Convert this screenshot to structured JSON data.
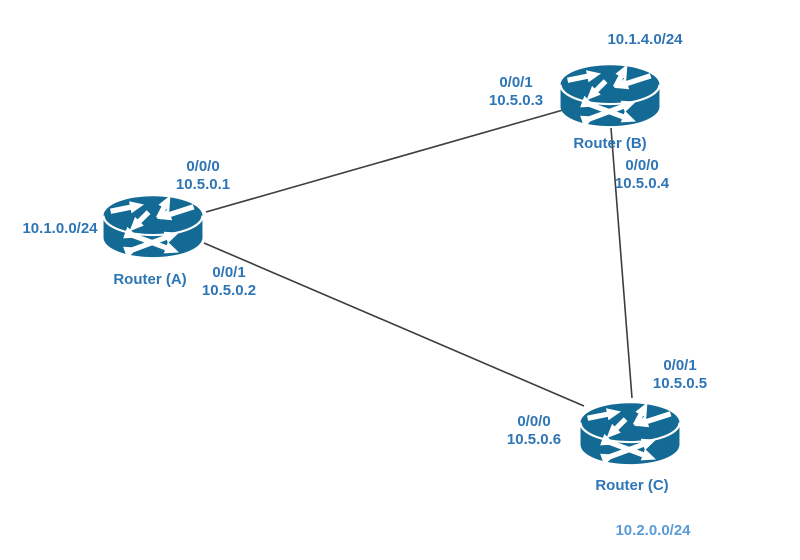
{
  "diagram": {
    "type": "network-topology",
    "colors": {
      "router": "#136a94",
      "label": "#2e75b6",
      "label_light": "#5b9bd5",
      "line": "#3d3d3d"
    },
    "routers": [
      {
        "name": "Router (A)",
        "network": "10.1.0.0/24",
        "interfaces": [
          {
            "port": "0/0/0",
            "ip": "10.5.0.1"
          },
          {
            "port": "0/0/1",
            "ip": "10.5.0.2"
          }
        ]
      },
      {
        "name": "Router (B)",
        "network": "10.1.4.0/24",
        "interfaces": [
          {
            "port": "0/0/1",
            "ip": "10.5.0.3"
          },
          {
            "port": "0/0/0",
            "ip": "10.5.0.4"
          }
        ]
      },
      {
        "name": "Router (C)",
        "network": "10.2.0.0/24",
        "interfaces": [
          {
            "port": "0/0/1",
            "ip": "10.5.0.5"
          },
          {
            "port": "0/0/0",
            "ip": "10.5.0.6"
          }
        ]
      }
    ],
    "links": [
      {
        "from": "Router (A)",
        "to": "Router (B)"
      },
      {
        "from": "Router (A)",
        "to": "Router (C)"
      },
      {
        "from": "Router (B)",
        "to": "Router (C)"
      }
    ]
  }
}
